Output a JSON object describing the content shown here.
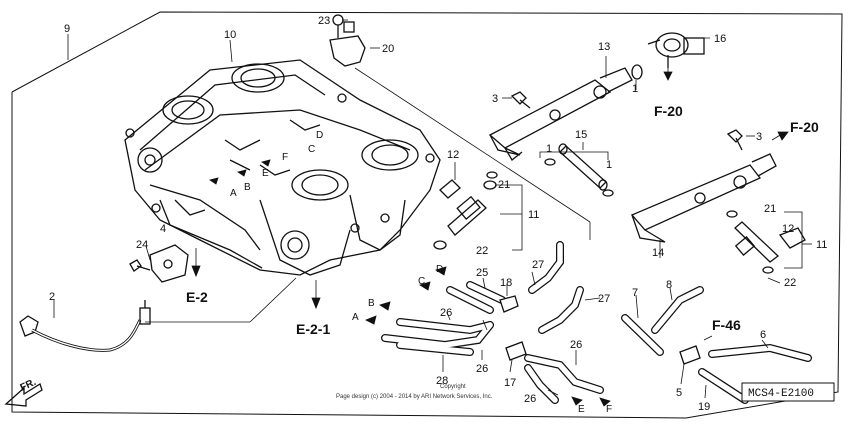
{
  "diagram": {
    "part_numbers": [
      "1",
      "1",
      "1",
      "2",
      "3",
      "3",
      "4",
      "5",
      "6",
      "7",
      "8",
      "9",
      "10",
      "11",
      "11",
      "12",
      "12",
      "13",
      "14",
      "15",
      "16",
      "17",
      "18",
      "19",
      "20",
      "21",
      "21",
      "22",
      "22",
      "23",
      "24",
      "25",
      "26",
      "26",
      "26",
      "26",
      "27",
      "27",
      "28"
    ],
    "references": [
      "E-2",
      "E-2-1",
      "F-20",
      "F-20",
      "F-46"
    ],
    "hose_letters": [
      "A",
      "B",
      "C",
      "D",
      "E",
      "F"
    ],
    "diagram_code": "MCS4-E2100",
    "copyright_line1": "Copyright",
    "copyright_line2": "Page design (c) 2004 - 2014 by ARI Network Services, Inc.",
    "front_marker": "FR."
  },
  "colors": {
    "line": "#111111",
    "background": "#ffffff"
  }
}
